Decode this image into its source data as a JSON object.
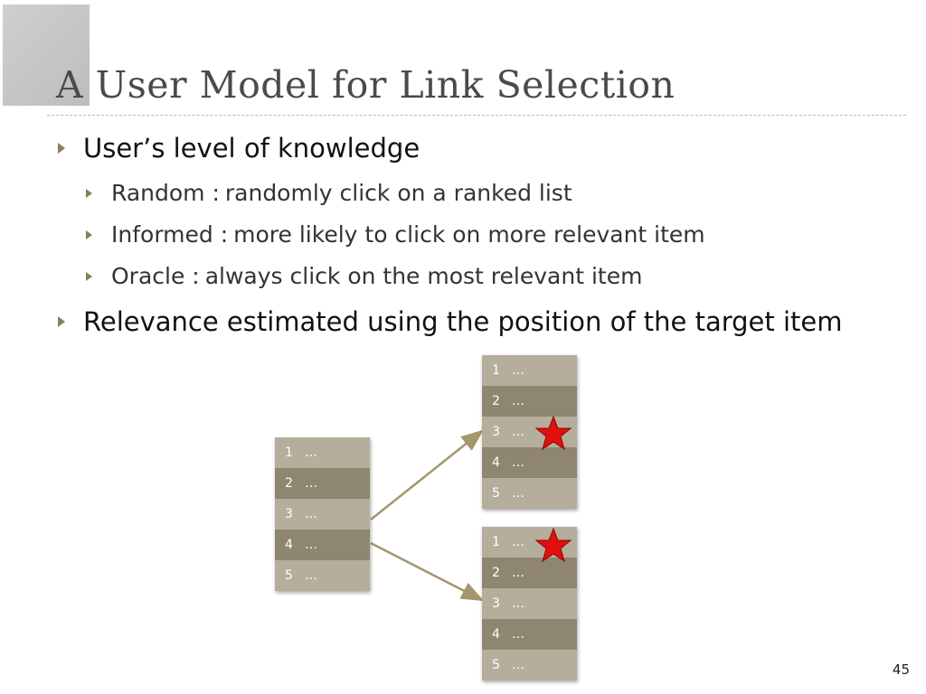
{
  "title": "A User Model for Link Selection",
  "bullets": [
    {
      "text": "User’s level of knowledge"
    },
    {
      "key": "Random :",
      "text": "randomly click on a ranked list"
    },
    {
      "key": "Informed :",
      "text": "more likely to click on more relevant item"
    },
    {
      "key": "Oracle :",
      "text": "always click on the most relevant item"
    },
    {
      "text": "Relevance estimated using the position of the target item"
    }
  ],
  "lists": {
    "source": {
      "rows": [
        {
          "n": "1",
          "t": "…"
        },
        {
          "n": "2",
          "t": "…"
        },
        {
          "n": "3",
          "t": "…"
        },
        {
          "n": "4",
          "t": "…"
        },
        {
          "n": "5",
          "t": "…"
        }
      ]
    },
    "top": {
      "rows": [
        {
          "n": "1",
          "t": "…"
        },
        {
          "n": "2",
          "t": "…"
        },
        {
          "n": "3",
          "t": "…"
        },
        {
          "n": "4",
          "t": "…"
        },
        {
          "n": "5",
          "t": "…"
        }
      ],
      "target_rank": 3
    },
    "bottom": {
      "rows": [
        {
          "n": "1",
          "t": "…"
        },
        {
          "n": "2",
          "t": "…"
        },
        {
          "n": "3",
          "t": "…"
        },
        {
          "n": "4",
          "t": "…"
        },
        {
          "n": "5",
          "t": "…"
        }
      ],
      "target_rank": 1
    }
  },
  "icons": {
    "bullet": "triangle-bullet-icon",
    "target": "red-star-icon"
  },
  "colors": {
    "title": "#4a4a4a",
    "bullet": "#8a7d5c",
    "row_light": "#b5ae9c",
    "row_dark": "#8f8670",
    "arrow": "#a4966d",
    "star": "#e01010"
  },
  "page_number": "45"
}
